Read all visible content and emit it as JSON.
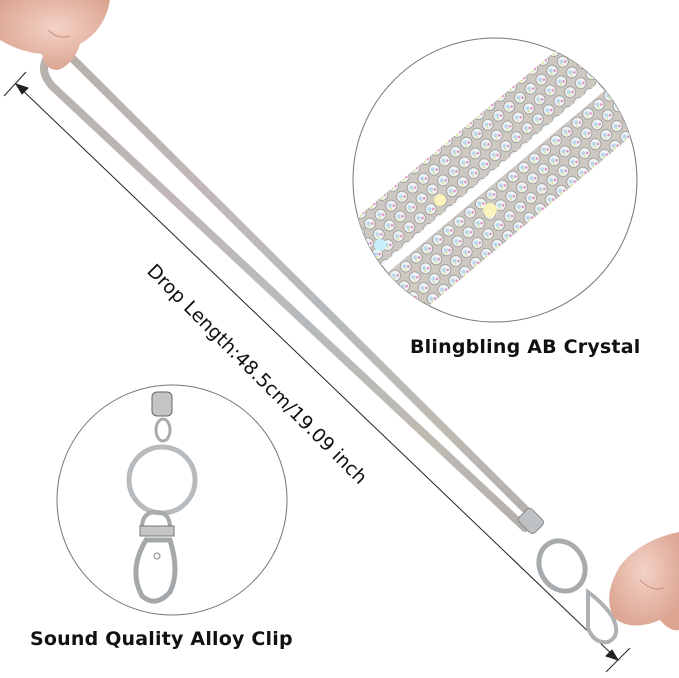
{
  "image": {
    "subject": "rhinestone lanyard with alloy clip",
    "background": "#ffffff"
  },
  "annotations": {
    "drop_length": "Drop Length:48.5cm/19.09 inch",
    "crystal_detail_caption": "Blingbling AB Crystal",
    "clip_detail_caption": "Sound Quality Alloy Clip"
  },
  "callouts": [
    {
      "name": "crystal-closeup",
      "shape": "circle",
      "caption_ref": "crystal_detail_caption"
    },
    {
      "name": "clip-closeup",
      "shape": "circle",
      "caption_ref": "clip_detail_caption"
    }
  ],
  "colors": {
    "text": "#111111",
    "line": "#222222",
    "circle_outline": "#777777",
    "skin": "#e8b9a8",
    "metal": "#c8cacc",
    "crystal_base": "#d9d6d2"
  }
}
